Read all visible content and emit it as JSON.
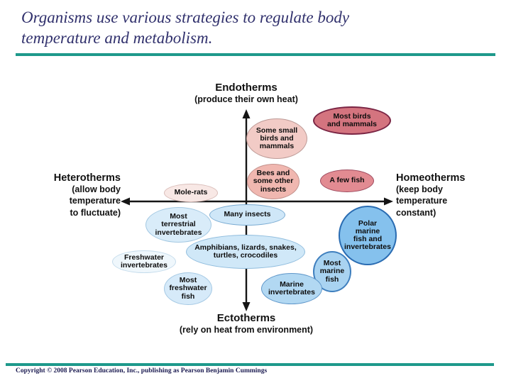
{
  "slide": {
    "title": "Organisms use various strategies to regulate body temperature and metabolism.",
    "copyright": "Copyright © 2008 Pearson Education, Inc., publishing as Pearson Benjamin Cummings"
  },
  "diagram": {
    "axes": {
      "top": {
        "name": "Endotherms",
        "sub": "(produce their own heat)"
      },
      "bottom": {
        "name": "Ectotherms",
        "sub": "(rely on heat from environment)"
      },
      "left": {
        "name": "Heterotherms",
        "sub": "(allow body\ntemperature\nto fluctuate)"
      },
      "right": {
        "name": "Homeotherms",
        "sub": "(keep body\ntemperature\nconstant)"
      }
    },
    "groups": [
      {
        "label": "Mole-rats"
      },
      {
        "label": "Some small\nbirds and\nmammals"
      },
      {
        "label": "Bees and\nsome other\ninsects"
      },
      {
        "label": "Most birds\nand mammals"
      },
      {
        "label": "A few fish"
      },
      {
        "label": "Most\nterrestrial\ninvertebrates"
      },
      {
        "label": "Many insects"
      },
      {
        "label": "Freshwater\ninvertebrates"
      },
      {
        "label": "Amphibians, lizards, snakes,\nturtles, crocodiles"
      },
      {
        "label": "Most\nfreshwater\nfish"
      },
      {
        "label": "Polar\nmarine\nfish and\ninvertebrates"
      },
      {
        "label": "Most\nmarine\nfish"
      },
      {
        "label": "Marine\ninvertebrates"
      }
    ]
  },
  "palette": {
    "accent_teal": "#1e998b",
    "title_text": "#31316d",
    "endotherm_pink": "#d4747f",
    "ectotherm_blue": "#85c1ed",
    "axis_black": "#151515"
  }
}
